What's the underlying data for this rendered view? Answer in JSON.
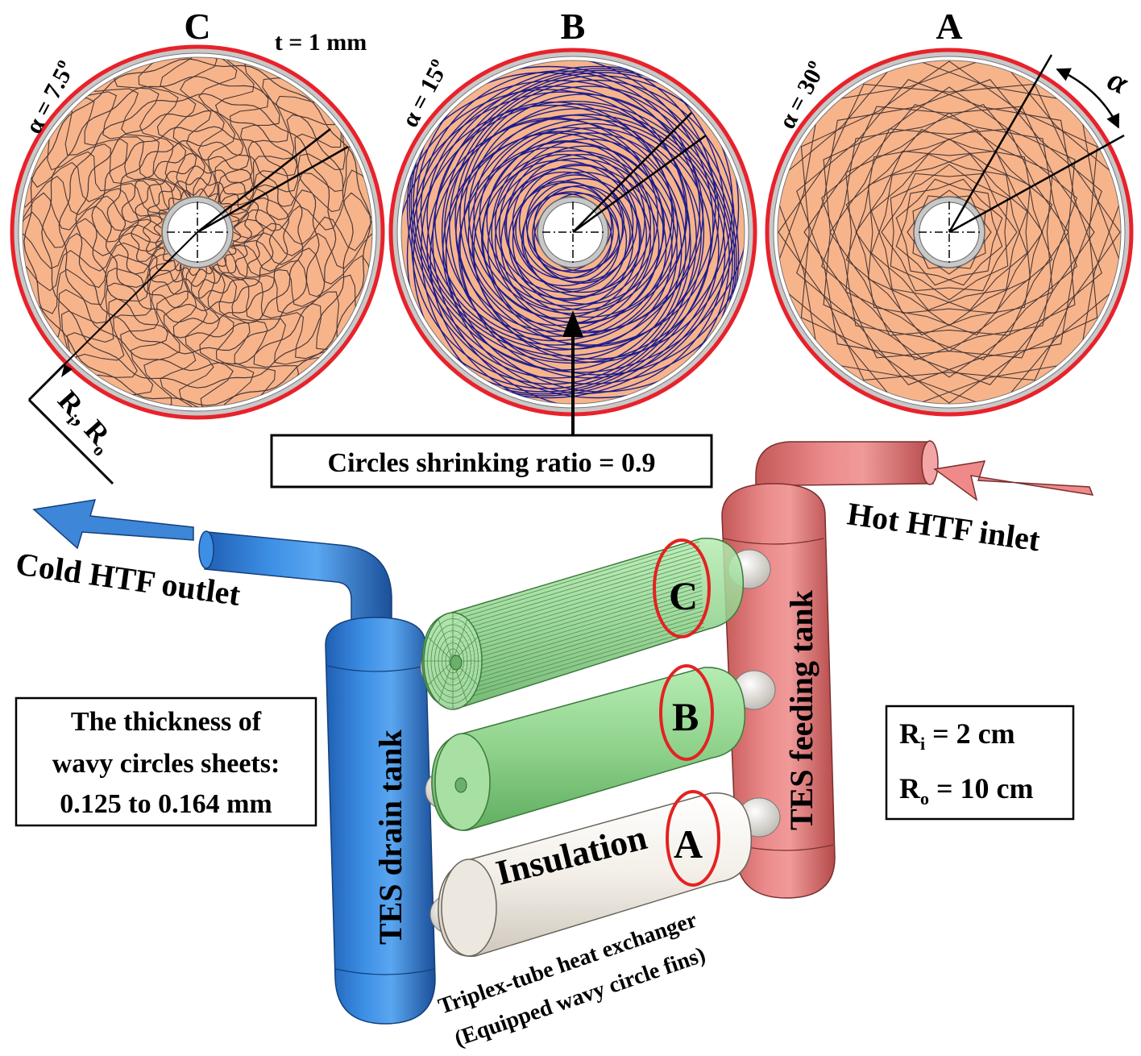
{
  "panels": {
    "c": {
      "letter": "C",
      "alpha_label": "α = 7.5",
      "alpha_sup": "o"
    },
    "b": {
      "letter": "B",
      "alpha_label": "α = 15",
      "alpha_sup": "o"
    },
    "a": {
      "letter": "A",
      "alpha_label": "α = 30",
      "alpha_sup": "o"
    }
  },
  "thickness_label": "t = 1 mm",
  "alpha_symbol": "α",
  "radius_callout": {
    "r1": "R",
    "r1_sub": "i",
    "sep": ",",
    "r2": "R",
    "r2_sub": "o"
  },
  "shrink_box": {
    "text": "Circles shrinking ratio = 0.9"
  },
  "hot_inlet": "Hot HTF inlet",
  "cold_outlet": "Cold HTF outlet",
  "drain_tank": "TES drain tank",
  "feeding_tank": "TES feeding tank",
  "tube_letters": {
    "c": "C",
    "b": "B",
    "a": "A"
  },
  "insulation": "Insulation",
  "hx_caption": {
    "line1": "Triplex-tube heat exchanger",
    "line2": "(Equipped wavy circle fins)"
  },
  "sheet_box": {
    "line1": "The thickness of",
    "line2": "wavy circles sheets:",
    "line3": "0.125 to 0.164 mm"
  },
  "radius_box": {
    "ri": {
      "symbol": "R",
      "sub": "i",
      "value": " = 2 cm"
    },
    "ro": {
      "symbol": "R",
      "sub": "o",
      "value": " = 10 cm"
    }
  },
  "colors": {
    "fin_fill": "#f7b48a",
    "rim_red": "#e8222b",
    "wave_dark": "#4a3838",
    "wave_blue": "#1c1c8c",
    "drain_blue": "#2f7ad6",
    "feed_pink": "#e07878",
    "hx_green": "#9bdc9b",
    "insulation_white": "#f2eee8"
  }
}
